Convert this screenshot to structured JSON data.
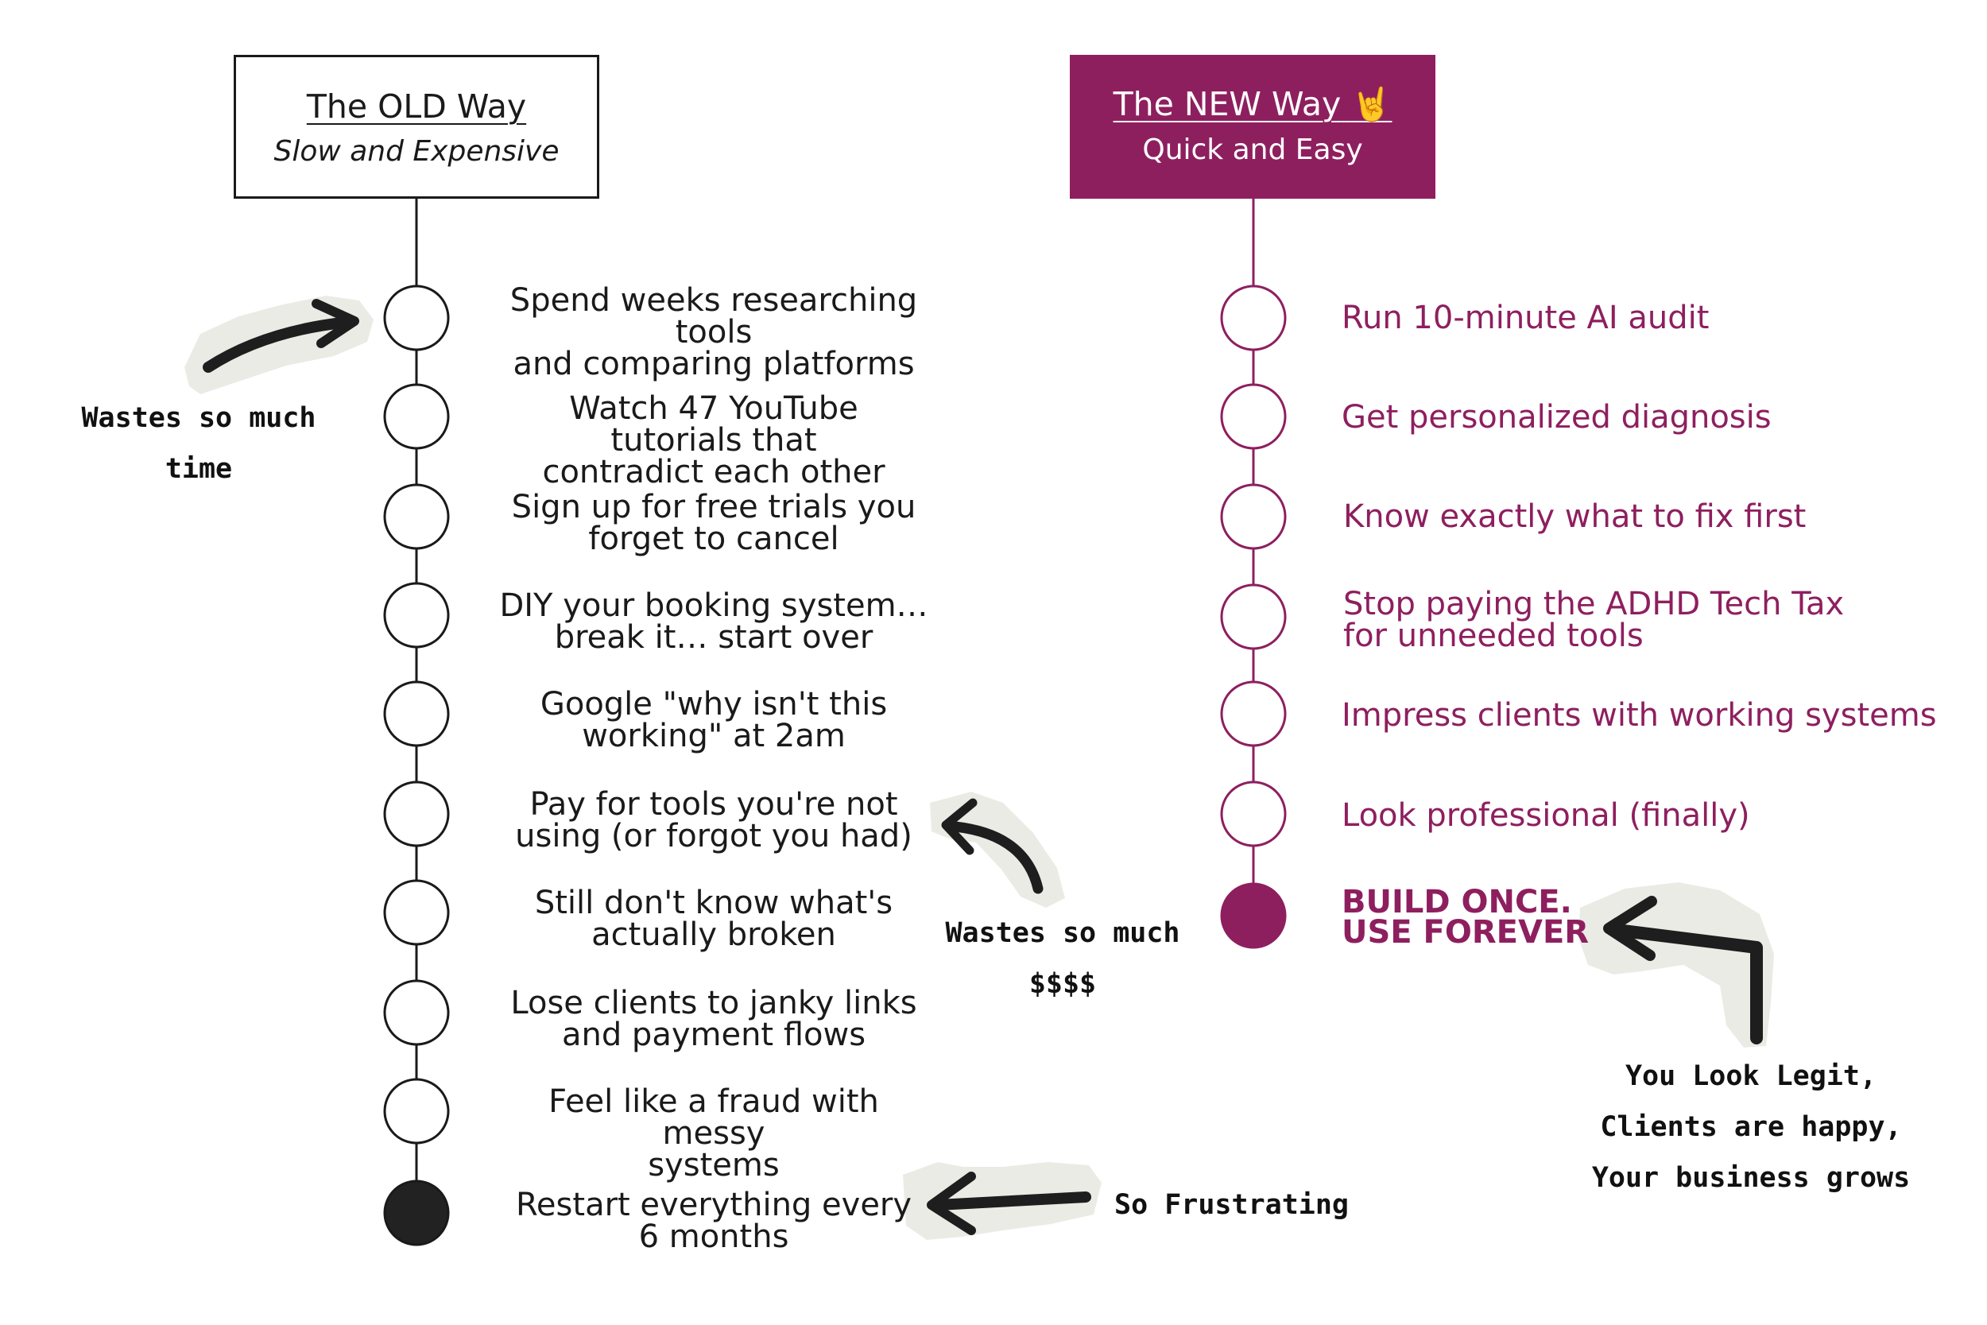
{
  "old_way": {
    "title": "The OLD Way",
    "subtitle": "Slow and Expensive",
    "steps": [
      "Spend weeks researching tools\nand comparing platforms",
      "Watch 47 YouTube tutorials that\ncontradict each other",
      "Sign up for free trials you\nforget to cancel",
      "DIY your booking system…\nbreak it… start over",
      "Google \"why isn't this\nworking\" at 2am",
      "Pay for tools you're not\nusing (or forgot you had)",
      "Still don't know what's\nactually broken",
      "Lose clients to janky links\nand payment flows",
      "Feel like a fraud with messy\nsystems",
      "Restart everything every\n6 months"
    ]
  },
  "new_way": {
    "title": "The NEW Way",
    "title_emoji": "🤘",
    "subtitle": "Quick and Easy",
    "steps": [
      "Run 10-minute AI audit",
      "Get personalized diagnosis",
      "Know exactly what to fix first",
      "Stop paying the ADHD Tech Tax\nfor unneeded tools",
      "Impress clients with working systems",
      "Look professional (finally)"
    ],
    "final_step": "BUILD ONCE.\nUSE FOREVER"
  },
  "annotations": {
    "time": "Wastes so much time",
    "money": "Wastes so much\n$$$$",
    "frustrating": "So Frustrating",
    "legit": "You Look Legit,\nClients are happy,\nYour business grows"
  },
  "colors": {
    "old": "#1a1a1a",
    "new": "#8e1f5f",
    "paper": "#ebebe6"
  }
}
